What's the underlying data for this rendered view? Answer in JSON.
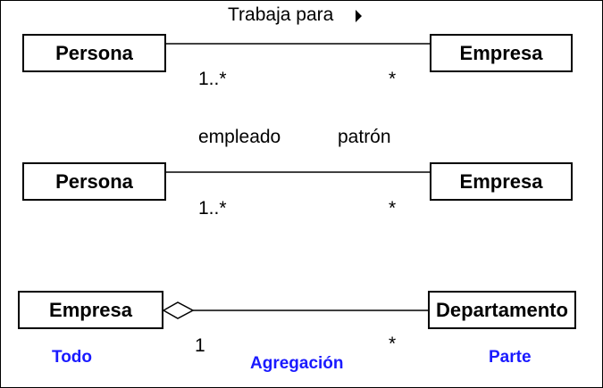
{
  "diagram1": {
    "association_label": "Trabaja para",
    "left_class": "Persona",
    "right_class": "Empresa",
    "left_multiplicity": "1..*",
    "right_multiplicity": "*"
  },
  "diagram2": {
    "left_role": "empleado",
    "right_role": "patrón",
    "left_class": "Persona",
    "right_class": "Empresa",
    "left_multiplicity": "1..*",
    "right_multiplicity": "*"
  },
  "diagram3": {
    "left_class": "Empresa",
    "right_class": "Departamento",
    "left_multiplicity": "1",
    "right_multiplicity": "*",
    "whole_label": "Todo",
    "relation_label": "Agregación",
    "part_label": "Parte"
  },
  "colors": {
    "line": "#000000",
    "annotation": "#1a1aff"
  }
}
